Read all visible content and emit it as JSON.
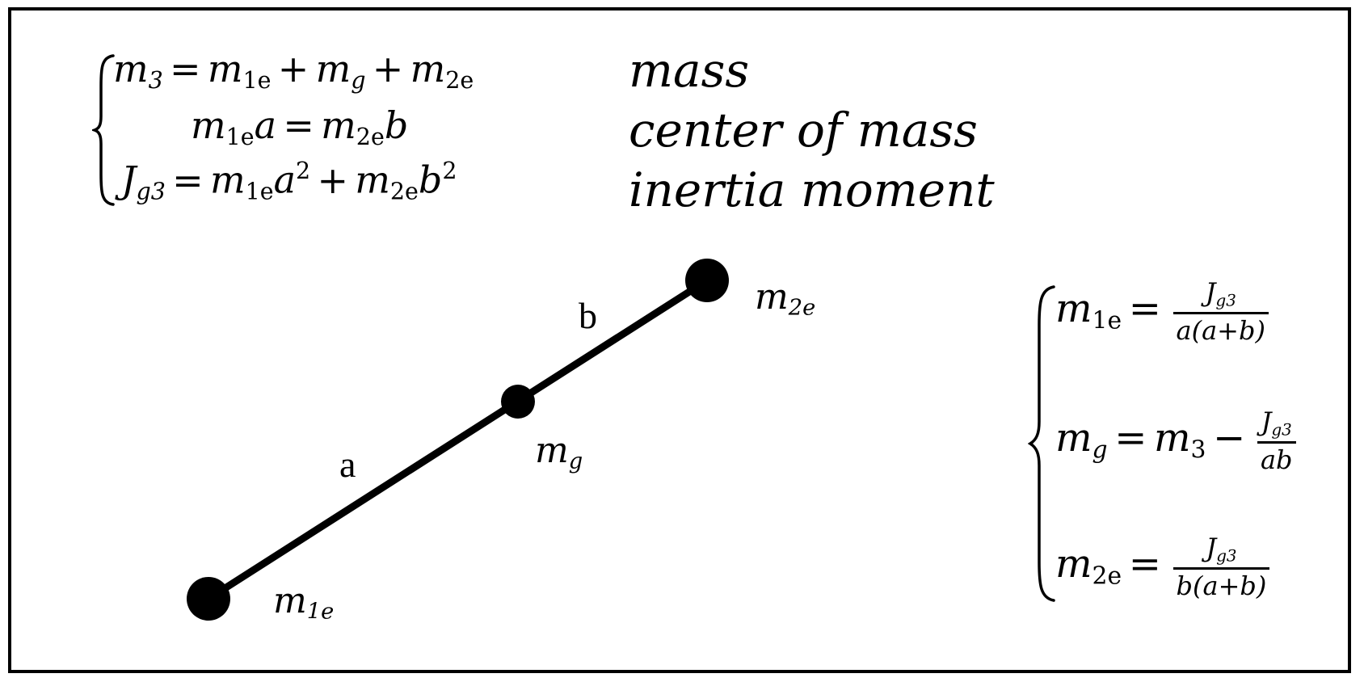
{
  "system_top": {
    "eq1": {
      "m": "m",
      "m_sub": "3",
      "eq": "=",
      "t1": "m",
      "t1_sub": "1e",
      "plus1": "+",
      "t2": "m",
      "t2_sub": "g",
      "plus2": "+",
      "t3": "m",
      "t3_sub": "2e"
    },
    "eq2": {
      "t1": "m",
      "t1_sub": "1e",
      "t1_var": "a",
      "eq": "=",
      "t2": "m",
      "t2_sub": "2e",
      "t2_var": "b"
    },
    "eq3": {
      "j": "J",
      "j_sub": "g3",
      "eq": "=",
      "t1": "m",
      "t1_sub": "1e",
      "t1_var": "a",
      "t1_exp": "2",
      "plus": "+",
      "t2": "m",
      "t2_sub": "2e",
      "t2_var": "b",
      "t2_exp": "2"
    },
    "labels": [
      "mass",
      "center of mass",
      "inertia moment"
    ]
  },
  "diagram": {
    "segment_a": "a",
    "segment_b": "b",
    "mass_1e": {
      "m": "m",
      "sub": "1e"
    },
    "mass_g": {
      "m": "m",
      "sub": "g"
    },
    "mass_2e": {
      "m": "m",
      "sub": "2e"
    }
  },
  "system_right": {
    "r1": {
      "m": "m",
      "sub": "1e",
      "eq": "=",
      "num_j": "J",
      "num_sub": "g3",
      "den": "a(a+b)"
    },
    "r2": {
      "m": "m",
      "sub": "g",
      "eq": "=",
      "m3": "m",
      "m3_sub": "3",
      "minus": "−",
      "num_j": "J",
      "num_sub": "g3",
      "den": "ab"
    },
    "r3": {
      "m": "m",
      "sub": "2e",
      "eq": "=",
      "num_j": "J",
      "num_sub": "g3",
      "den": "b(a+b)"
    }
  },
  "colors": {
    "ink": "#000000",
    "background": "#ffffff"
  }
}
